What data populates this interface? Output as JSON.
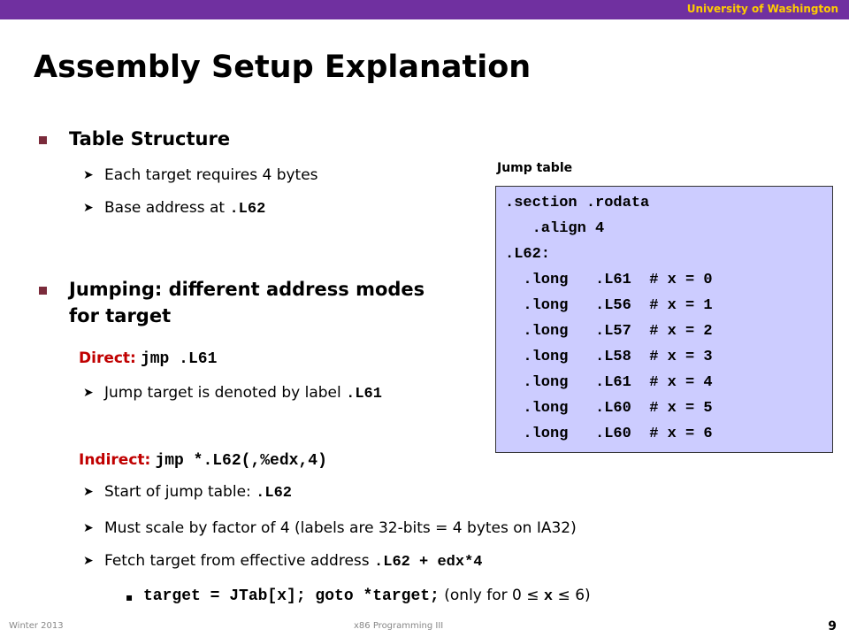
{
  "header": {
    "org": "University of Washington"
  },
  "title": "Assembly Setup Explanation",
  "bullets": {
    "b1": "Table Structure",
    "b1_s1": "Each target requires 4 bytes",
    "b1_s2_text": "Base address at ",
    "b1_s2_code": ".L62",
    "b2_line1": "Jumping: different address modes",
    "b2_line2": "for target",
    "direct_label": "Direct:",
    "direct_code": "jmp .L61",
    "direct_s1_text": "Jump target is denoted by label ",
    "direct_s1_code": ".L61",
    "indirect_label": "Indirect:",
    "indirect_code": "jmp *.L62(,%edx,4)",
    "ind_s1_text": "Start of jump table: ",
    "ind_s1_code": ".L62",
    "ind_s2": "Must scale by factor of 4 (labels are 32-bits = 4 bytes on IA32)",
    "ind_s3_text": "Fetch target from effective address ",
    "ind_s3_code": ".L62 + edx*4",
    "ind_s4_code": "target = JTab[x]; goto *target;",
    "ind_s4_text1": " (only for 0",
    "ind_s4_le1": "≤",
    "ind_s4_x": "x",
    "ind_s4_le2": "≤",
    "ind_s4_text2": "6)"
  },
  "jump_table": {
    "label": "Jump table",
    "lines": [
      ".section .rodata",
      "   .align 4",
      ".L62:",
      "  .long   .L61  # x = 0",
      "  .long   .L56  # x = 1",
      "  .long   .L57  # x = 2",
      "  .long   .L58  # x = 3",
      "  .long   .L61  # x = 4",
      "  .long   .L60  # x = 5",
      "  .long   .L60  # x = 6"
    ]
  },
  "footer": {
    "left": "Winter 2013",
    "mid": "x86 Programming III",
    "page": "9"
  },
  "colors": {
    "header_bar": "#7030a0",
    "org_text": "#ffcc00",
    "accent_red": "#c00000",
    "table_bg": "#ccccff"
  }
}
